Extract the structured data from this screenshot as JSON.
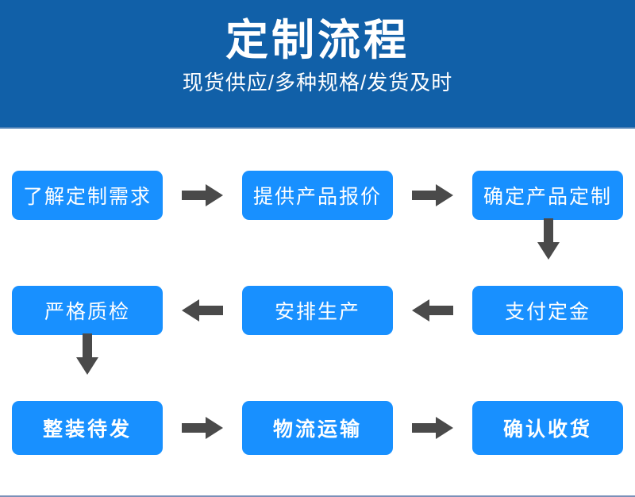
{
  "banner": {
    "title": "定制流程",
    "subtitle": "现货供应/多种规格/发货及时",
    "background_color": "#1160a8",
    "text_color": "#ffffff"
  },
  "theme": {
    "node_color": "#1890ff",
    "node_text_color": "#ffffff",
    "arrow_color": "#4a4a4a",
    "page_background": "#ffffff"
  },
  "flow": {
    "type": "serpentine",
    "columns": 3,
    "rows": 3,
    "steps": [
      {
        "order": 1,
        "label": "了解定制需求"
      },
      {
        "order": 2,
        "label": "提供产品报价"
      },
      {
        "order": 3,
        "label": "确定产品定制"
      },
      {
        "order": 4,
        "label": "支付定金"
      },
      {
        "order": 5,
        "label": "安排生产"
      },
      {
        "order": 6,
        "label": "严格质检"
      },
      {
        "order": 7,
        "label": "整装待发"
      },
      {
        "order": 8,
        "label": "物流运输"
      },
      {
        "order": 9,
        "label": "确认收货"
      }
    ],
    "rows_layout": [
      {
        "index": 1,
        "direction": "left-to-right",
        "nodes": [
          "了解定制需求",
          "提供产品报价",
          "确定产品定制"
        ]
      },
      {
        "index": 2,
        "direction": "right-to-left",
        "nodes": [
          "严格质检",
          "安排生产",
          "支付定金"
        ]
      },
      {
        "index": 3,
        "direction": "left-to-right",
        "nodes": [
          "整装待发",
          "物流运输",
          "确认收货"
        ]
      }
    ],
    "connectors": {
      "row1_arrow_1": "arrow-right-icon",
      "row1_arrow_2": "arrow-right-icon",
      "row2_arrow_1": "arrow-left-icon",
      "row2_arrow_2": "arrow-left-icon",
      "row3_arrow_1": "arrow-right-icon",
      "row3_arrow_2": "arrow-right-icon",
      "vertical_right": "arrow-down-icon",
      "vertical_left": "arrow-down-icon"
    }
  }
}
